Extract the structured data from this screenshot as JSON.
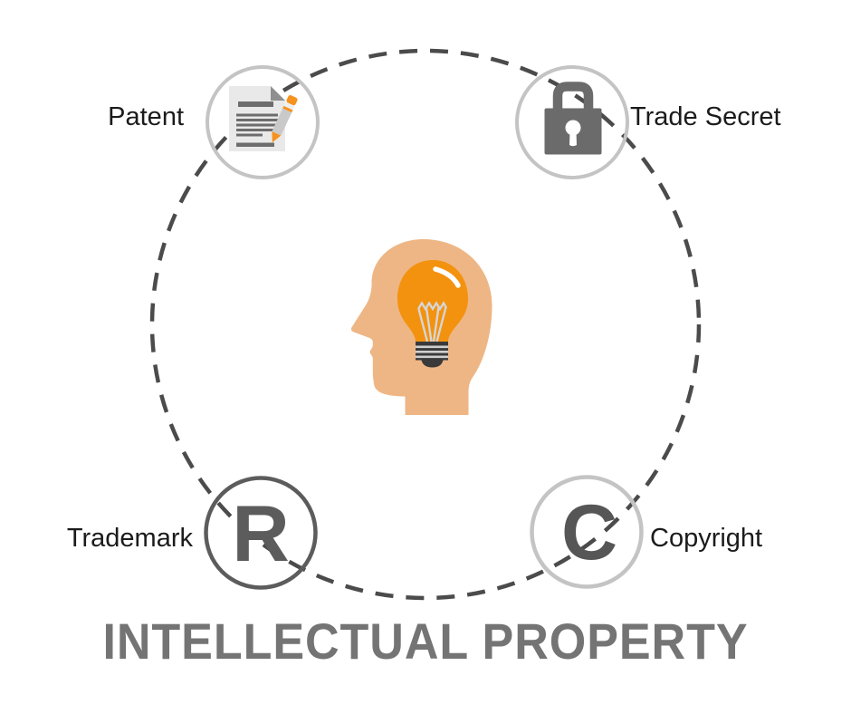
{
  "title": "INTELLECTUAL PROPERTY",
  "items": [
    {
      "label": "Patent",
      "icon": "document-pencil-icon",
      "position": "top-left"
    },
    {
      "label": "Trade Secret",
      "icon": "lock-icon",
      "position": "top-right"
    },
    {
      "label": "Trademark",
      "icon": "registered-r-icon",
      "symbol": "R",
      "position": "bottom-left"
    },
    {
      "label": "Copyright",
      "icon": "copyright-c-icon",
      "symbol": "C",
      "position": "bottom-right"
    }
  ],
  "center": {
    "icon": "head-lightbulb-icon"
  },
  "colors": {
    "accent_orange": "#f3920f",
    "head_skin": "#eeb685",
    "dash_gray": "#4b4b4b",
    "mid_gray": "#6b6b6b",
    "dark_ring_gray": "#5c5c5c",
    "light_ring_gray": "#c4c4c4",
    "title_gray": "#747474",
    "label_black": "#1b1b1b"
  }
}
